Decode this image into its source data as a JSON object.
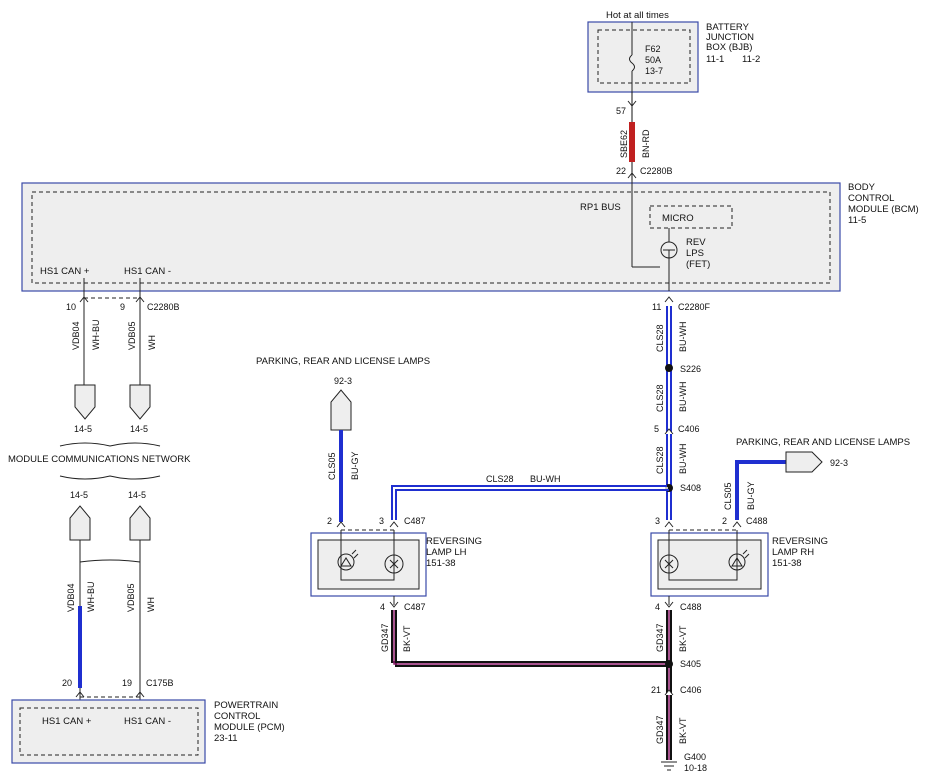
{
  "title": "",
  "colors": {
    "blue": "#1f2fd0",
    "red": "#c02020",
    "black": "#111111",
    "white": "#ffffff",
    "module_border": "#3a4aa8",
    "module_fill": "#eeeeee"
  },
  "bjb": {
    "hot": "Hot at all times",
    "name1": "BATTERY",
    "name2": "JUNCTION",
    "name3": "BOX (BJB)",
    "ref1": "11-1",
    "ref2": "11-2",
    "fuse": "F62",
    "amps": "50A",
    "fref": "13-7"
  },
  "wire_sbe": {
    "pin_top": "57",
    "circuit": "SBE62",
    "color": "BN-RD",
    "pin_bottom": "22",
    "connector": "C2280B"
  },
  "bcm": {
    "name1": "BODY",
    "name2": "CONTROL",
    "name3": "MODULE (BCM)",
    "ref": "11-5",
    "bus": "RP1 BUS",
    "micro": "MICRO",
    "rev1": "REV",
    "rev2": "LPS",
    "rev3": "(FET)",
    "can_hi": "HS1 CAN +",
    "can_lo": "HS1 CAN -"
  },
  "can_top": {
    "pin_a": "10",
    "pin_b": "9",
    "connector": "C2280B",
    "circ_a": "VDB04",
    "col_a": "WH-BU",
    "circ_b": "VDB05",
    "col_b": "WH",
    "ref_a": "14-5",
    "ref_b": "14-5"
  },
  "network": "MODULE COMMUNICATIONS NETWORK",
  "can_bottom": {
    "ref_a": "14-5",
    "ref_b": "14-5",
    "circ_a": "VDB04",
    "col_a": "WH-BU",
    "circ_b": "VDB05",
    "col_b": "WH",
    "pin_a": "20",
    "pin_b": "19",
    "connector": "C175B"
  },
  "pcm": {
    "can_hi": "HS1 CAN +",
    "can_lo": "HS1 CAN -",
    "name1": "POWERTRAIN",
    "name2": "CONTROL",
    "name3": "MODULE (PCM)",
    "ref": "23-11"
  },
  "right_wire": {
    "pin": "11",
    "connector": "C2280F",
    "circuit": "CLS28",
    "color": "BU-WH",
    "splice1": "S226",
    "circuit2": "CLS28",
    "color2": "BU-WH",
    "pin2": "5",
    "connector2": "C406",
    "circuit3": "CLS28",
    "color3": "BU-WH",
    "splice2": "S408"
  },
  "cross_wire": {
    "circuit": "CLS28",
    "color": "BU-WH"
  },
  "park_left": {
    "title": "PARKING, REAR AND LICENSE LAMPS",
    "ref": "92-3",
    "circuit": "CLS05",
    "color": "BU-GY"
  },
  "park_right": {
    "title": "PARKING, REAR AND LICENSE LAMPS",
    "ref": "92-3",
    "circuit": "CLS05",
    "color": "BU-GY"
  },
  "lamp_lh": {
    "pin_a": "2",
    "pin_b": "3",
    "connector": "C487",
    "name1": "REVERSING",
    "name2": "LAMP LH",
    "ref": "151-38",
    "pin_c": "4",
    "connector2": "C487",
    "circuit": "GD347",
    "color": "BK-VT"
  },
  "lamp_rh": {
    "pin_a": "3",
    "pin_b": "2",
    "connector": "C488",
    "name1": "REVERSING",
    "name2": "LAMP RH",
    "ref": "151-38",
    "pin_c": "4",
    "connector2": "C488",
    "circuit": "GD347",
    "color": "BK-VT"
  },
  "ground": {
    "splice": "S405",
    "pin": "21",
    "connector": "C406",
    "circuit": "GD347",
    "color": "BK-VT",
    "name": "G400",
    "ref": "10-18"
  }
}
